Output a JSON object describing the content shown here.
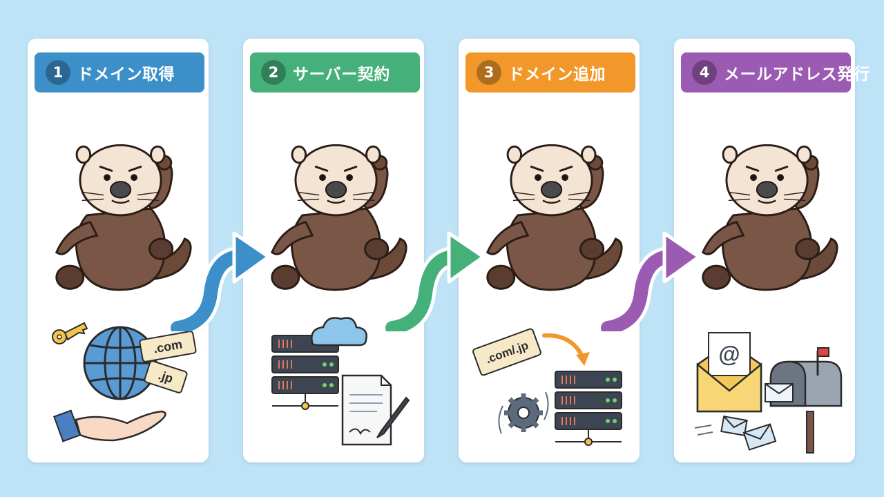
{
  "colors": {
    "background": "#bfe3f6",
    "step1": "#3d8fc9",
    "step2": "#45b07a",
    "step3": "#f2982a",
    "step4": "#9b5bb3"
  },
  "steps": [
    {
      "number": "1",
      "title": "ドメイン取得",
      "icon": "globe-key-hand-icon",
      "tags": [
        ".com",
        ".jp"
      ]
    },
    {
      "number": "2",
      "title": "サーバー契約",
      "icon": "server-cloud-contract-icon"
    },
    {
      "number": "3",
      "title": "ドメイン追加",
      "icon": "domain-tag-server-icon",
      "tag": ".com/.jp"
    },
    {
      "number": "4",
      "title": "メールアドレス発行",
      "icon": "envelope-mailbox-icon",
      "at": "@"
    }
  ]
}
